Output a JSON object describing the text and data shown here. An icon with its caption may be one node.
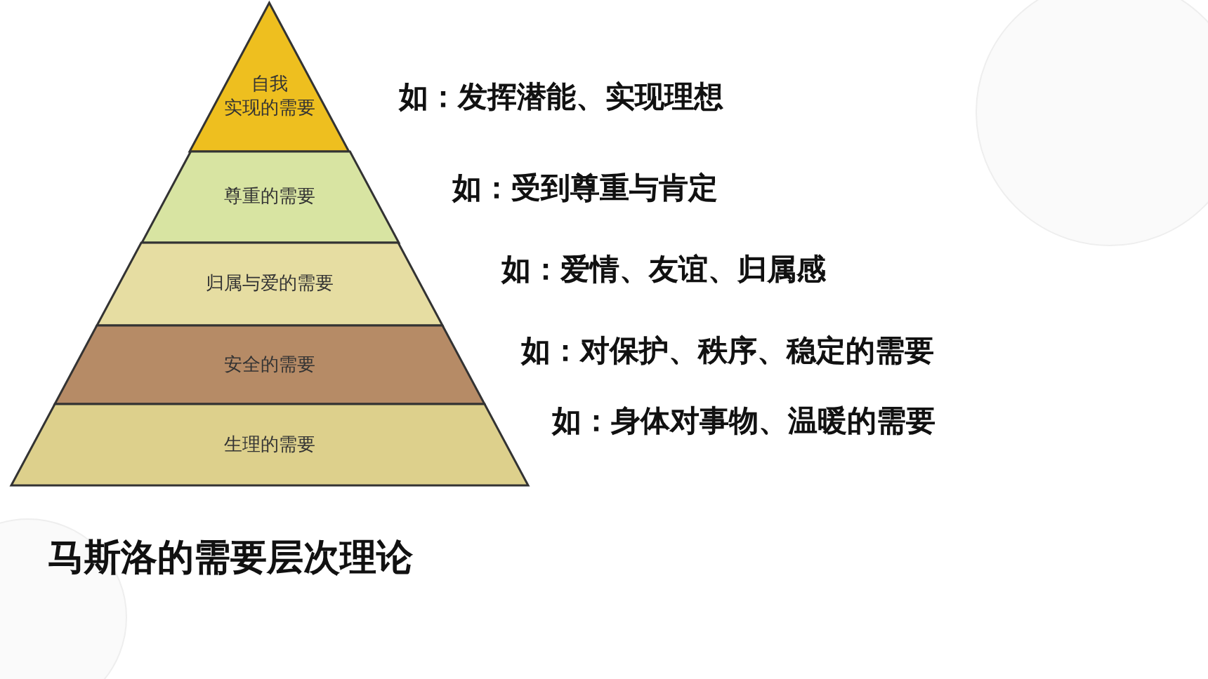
{
  "diagram": {
    "title": "马斯洛的需要层次理论",
    "nodes": [
      {
        "text": [
          "自我",
          "实现的需要"
        ],
        "beside": [
          "如：发挥潜能、实现理想"
        ]
      },
      {
        "text": [
          "尊重的需要"
        ],
        "beside": [
          "如：受到尊重与肯定"
        ]
      },
      {
        "text": [
          "归属与爱的需要"
        ],
        "beside": [
          "如：爱情、友谊、归属感"
        ]
      },
      {
        "text": [
          "安全的需要"
        ],
        "beside": [
          "如：对保护、秩序、稳定的需要"
        ]
      },
      {
        "text": [
          "生理的需要"
        ],
        "beside": [
          "如：身体对事物、温暖的需要"
        ]
      }
    ]
  }
}
